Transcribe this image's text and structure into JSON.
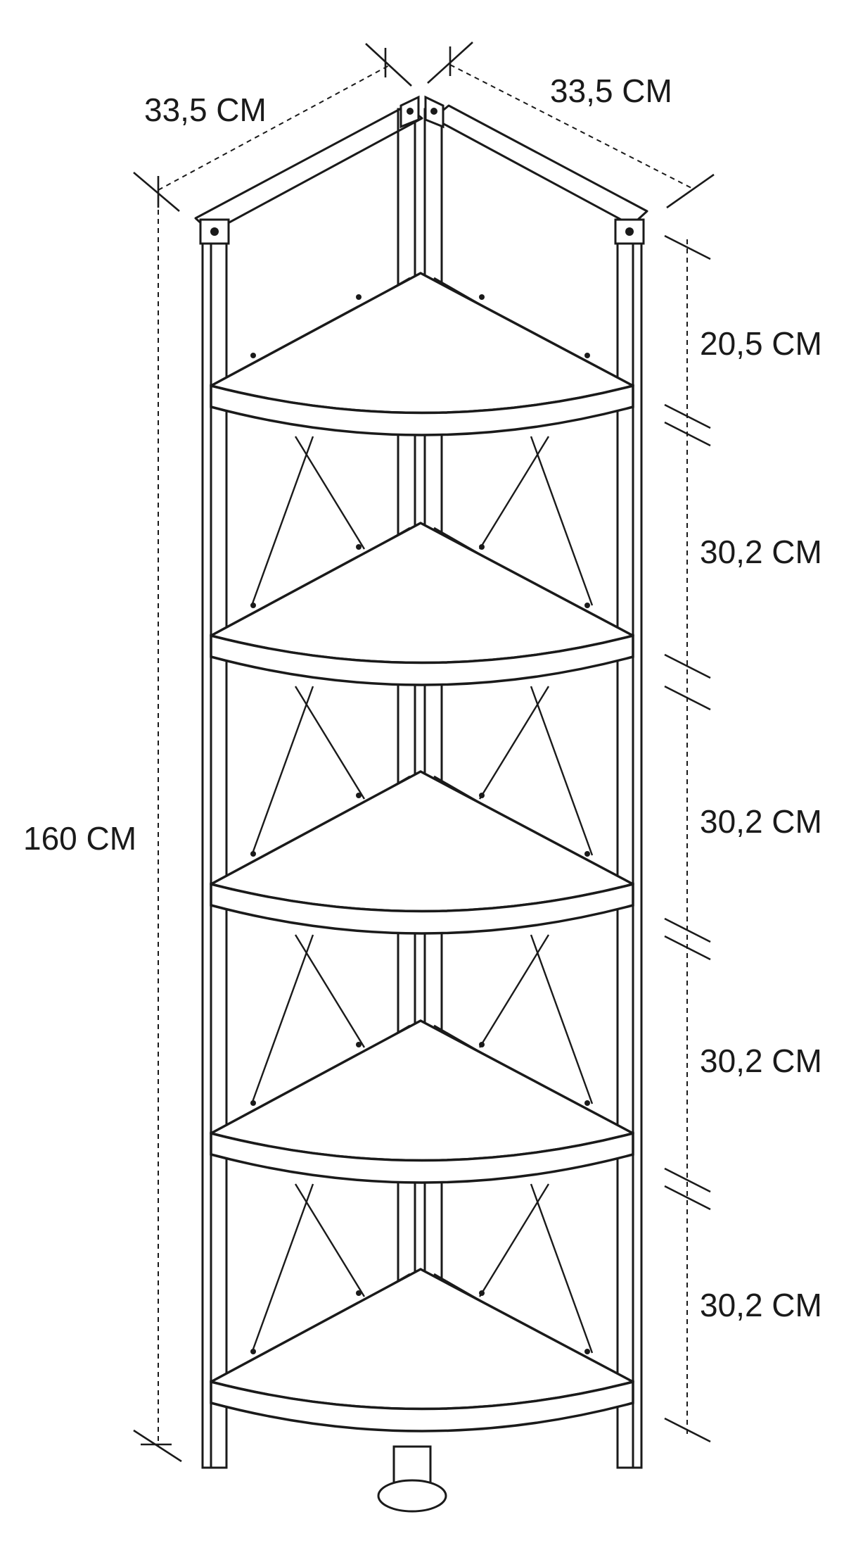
{
  "dimensions": {
    "width_left": "33,5 CM",
    "width_right": "33,5 CM",
    "total_height": "160 CM",
    "gap_top": "20,5 CM",
    "gap_2": "30,2 CM",
    "gap_3": "30,2 CM",
    "gap_4": "30,2 CM",
    "gap_5": "30,2 CM"
  },
  "shelf_count": 5
}
